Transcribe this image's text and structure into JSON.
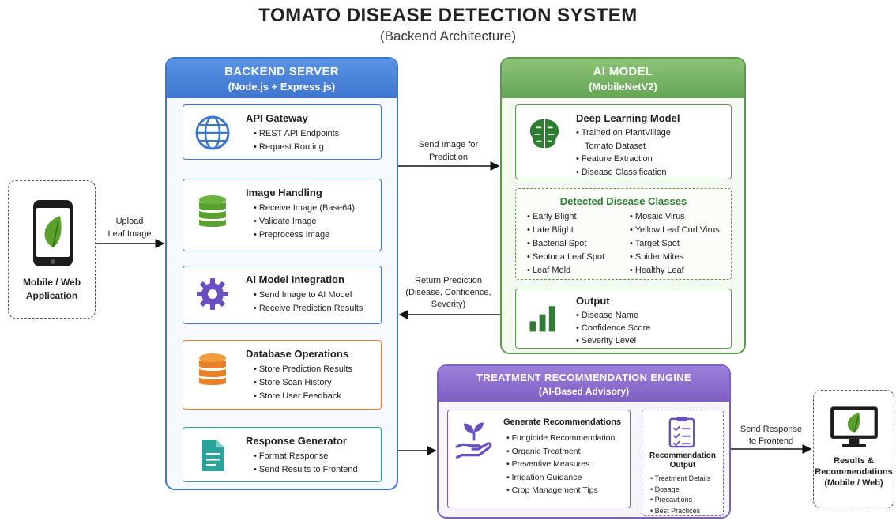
{
  "title": "TOMATO DISEASE DETECTION SYSTEM",
  "subtitle": "(Backend Architecture)",
  "client": {
    "label_line1": "Mobile / Web",
    "label_line2": "Application"
  },
  "flow_labels": {
    "upload_line1": "Upload",
    "upload_line2": "Leaf Image",
    "send_image_line1": "Send Image for",
    "send_image_line2": "Prediction",
    "return_line1": "Return Prediction",
    "return_line2": "(Disease, Confidence,",
    "return_line3": "Severity)",
    "send_response_line1": "Send Response",
    "send_response_line2": "to Frontend"
  },
  "backend": {
    "title": "BACKEND SERVER",
    "subtitle": "(Node.js + Express.js)",
    "modules": [
      {
        "title": "API Gateway",
        "icon": "globe-icon",
        "items": [
          "REST API Endpoints",
          "Request Routing"
        ]
      },
      {
        "title": "Image Handling",
        "icon": "database-icon",
        "items": [
          "Receive Image (Base64)",
          "Validate Image",
          "Preprocess Image"
        ]
      },
      {
        "title": "AI Model Integration",
        "icon": "gear-icon",
        "items": [
          "Send Image to AI Model",
          "Receive Prediction Results"
        ]
      },
      {
        "title": "Database Operations",
        "icon": "database-icon",
        "items": [
          "Store Prediction Results",
          "Store Scan History",
          "Store User Feedback"
        ]
      },
      {
        "title": "Response Generator",
        "icon": "document-icon",
        "items": [
          "Format Response",
          "Send Results to Frontend"
        ]
      }
    ]
  },
  "ai_model": {
    "title": "AI MODEL",
    "subtitle": "(MobileNetV2)",
    "deep_learning": {
      "title": "Deep Learning Model",
      "items": [
        "Trained on PlantVillage",
        "Tomato Dataset",
        "Feature Extraction",
        "Disease Classification"
      ]
    },
    "classes": {
      "title": "Detected Disease Classes",
      "col1": [
        "Early Blight",
        "Late Blight",
        "Bacterial Spot",
        "Septoria Leaf Spot",
        "Leaf Mold"
      ],
      "col2": [
        "Mosaic Virus",
        "Yellow Leaf Curl Virus",
        "Target Spot",
        "Spider Mites",
        "Healthy Leaf"
      ]
    },
    "output": {
      "title": "Output",
      "items": [
        "Disease Name",
        "Confidence Score",
        "Severity Level"
      ]
    }
  },
  "treatment": {
    "title": "TREATMENT RECOMMENDATION ENGINE",
    "subtitle": "(AI-Based Advisory)",
    "generate": {
      "title": "Generate Recommendations",
      "items": [
        "Fungicide Recommendation",
        "Organic Treatment",
        "Preventive Measures",
        "Irrigation Guidance",
        "Crop Management Tips"
      ]
    },
    "rec_output": {
      "title_line1": "Recommendation",
      "title_line2": "Output",
      "items": [
        "Treatment Details",
        "Dosage",
        "Precautions",
        "Best Practices"
      ]
    }
  },
  "results": {
    "line1": "Results &",
    "line2": "Recommendations",
    "line3": "(Mobile / Web)"
  },
  "colors": {
    "backend": "#3f76cf",
    "ai": "#5a9a4a",
    "treatment": "#7e5fc2",
    "orange": "#e7822b",
    "teal": "#2aa39a",
    "leaf": "#5aa02c"
  }
}
